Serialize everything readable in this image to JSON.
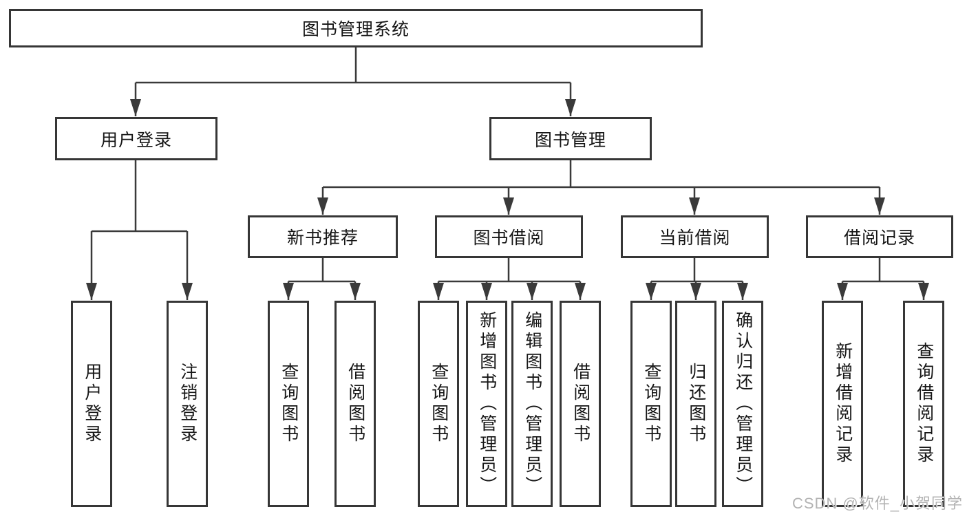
{
  "tree": {
    "root": {
      "label": "图书管理系统"
    },
    "branches": [
      {
        "label": "用户登录",
        "children": [
          {
            "label": "用户登录"
          },
          {
            "label": "注销登录"
          }
        ]
      },
      {
        "label": "图书管理",
        "sections": [
          {
            "label": "新书推荐",
            "children": [
              {
                "label": "查询图书"
              },
              {
                "label": "借阅图书"
              }
            ]
          },
          {
            "label": "图书借阅",
            "children": [
              {
                "label": "查询图书"
              },
              {
                "label": "新增图书（管理员）"
              },
              {
                "label": "编辑图书（管理员）"
              },
              {
                "label": "借阅图书"
              }
            ]
          },
          {
            "label": "当前借阅",
            "children": [
              {
                "label": "查询图书"
              },
              {
                "label": "归还图书"
              },
              {
                "label": "确认归还（管理员）"
              }
            ]
          },
          {
            "label": "借阅记录",
            "children": [
              {
                "label": "新增借阅记录"
              },
              {
                "label": "查询借阅记录"
              }
            ]
          }
        ]
      }
    ]
  },
  "watermark": {
    "text": "CSDN @软件_小贺同学"
  },
  "colors": {
    "line": "#3a3a3a",
    "border": "#363636",
    "text": "#161616",
    "watermark": "#b3b3b3",
    "background": "#ffffff"
  }
}
